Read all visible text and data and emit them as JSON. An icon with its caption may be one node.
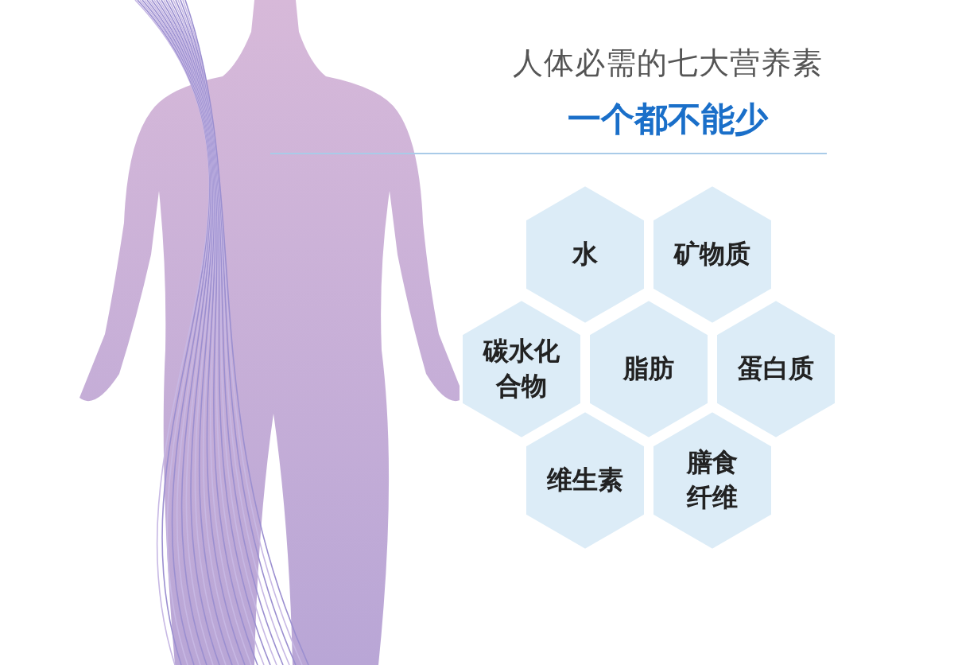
{
  "diagram": {
    "title": "人体必需的七大营养素",
    "nodes": [
      {
        "text": [
          "水"
        ]
      },
      {
        "text": [
          "矿物质"
        ]
      },
      {
        "text": [
          "碳水化合物"
        ]
      },
      {
        "text": [
          "脂肪"
        ]
      },
      {
        "text": [
          "蛋白质"
        ]
      },
      {
        "text": [
          "维生素"
        ]
      },
      {
        "text": [
          "膳食纤维"
        ]
      }
    ],
    "labels": [
      "一个都不能少"
    ]
  }
}
